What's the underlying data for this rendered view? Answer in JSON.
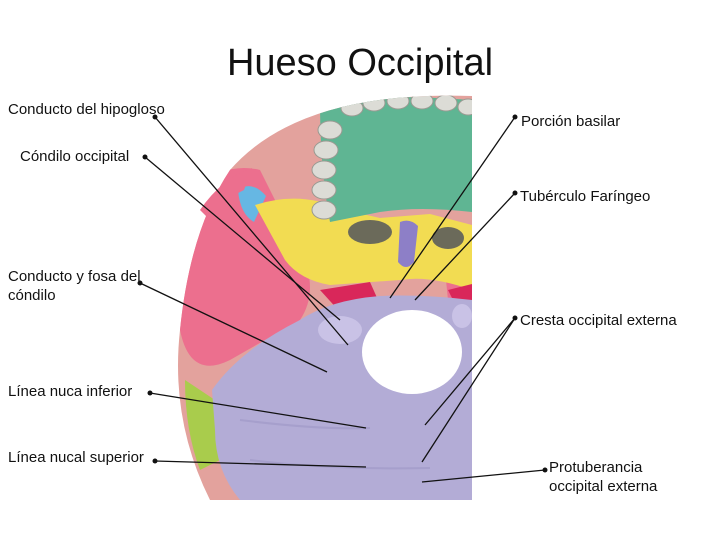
{
  "title": "Hueso Occipital",
  "labels": {
    "hypoglossal_canal": "Conducto del hipogloso",
    "occipital_condyle": "Cóndilo occipital",
    "condylar_canal_line1": "Conducto y fosa del",
    "condylar_canal_line2": "cóndilo",
    "inferior_nuchal_line": "Línea nuca inferior",
    "superior_nuchal_line": "Línea nucal superior",
    "basilar_part": "Porción basilar",
    "pharyngeal_tubercle": "Tubérculo Faríngeo",
    "external_occipital_crest": "Cresta occipital externa",
    "protuberance_line1": "Protuberancia",
    "protuberance_line2": "occipital externa"
  },
  "colors": {
    "occipital": "#b3acd6",
    "palate": "#5fb593",
    "sphenoid": "#f2dc52",
    "temporal": "#ec6f8e",
    "parietal": "#a9cc4c",
    "vomer": "#8d7fc7",
    "background_bone": "#e3a29d"
  }
}
